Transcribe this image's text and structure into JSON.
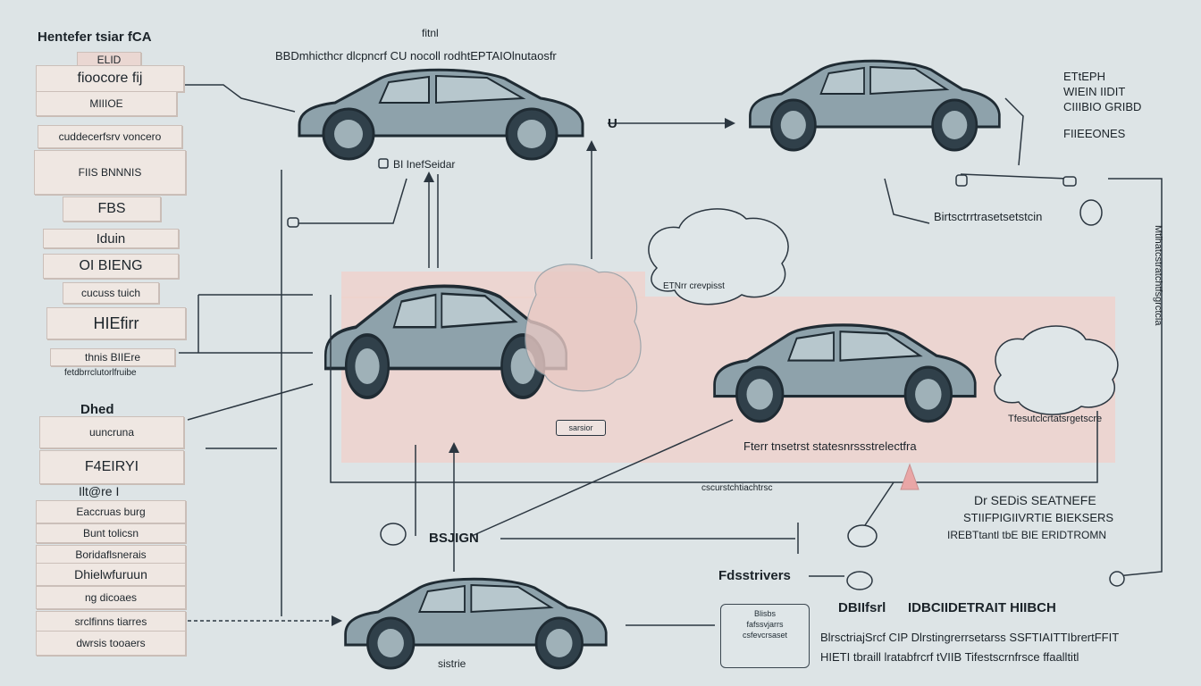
{
  "left_cards": [
    {
      "text": "Hentefer tsiar fCA"
    },
    {
      "text": "ELID"
    },
    {
      "text": "fioocore fij"
    },
    {
      "text": "MIIIOE"
    },
    {
      "text": "cuddecerfsrv voncero"
    },
    {
      "text": "FIIS BNNNIS"
    },
    {
      "text": "FBS"
    },
    {
      "text": "Iduin"
    },
    {
      "text": "OI BIENG"
    },
    {
      "text": "cucuss tuich"
    },
    {
      "text": "HIEfirr"
    },
    {
      "text": "thnis BIIEre"
    },
    {
      "text": "fetdbrrclutorlfruibe"
    },
    {
      "text": "Dhed"
    },
    {
      "text": "uuncruna"
    },
    {
      "text": "F4EIRYI"
    },
    {
      "text": "Ilt@re I"
    },
    {
      "text": "Eaccruas burg"
    },
    {
      "text": "Bunt tolicsn"
    },
    {
      "text": "Boridaflsnerais"
    },
    {
      "text": "Dhielwfuruun"
    },
    {
      "text": "ng dicoaes"
    },
    {
      "text": "srclfinns tiarres"
    },
    {
      "text": "dwrsis tooaers"
    }
  ],
  "top_labels": {
    "t1": "fitnl",
    "t2": "BBDmhicthcr dlcpncrf CU nocoll rodhtEPTAIOlnutaosfr",
    "car1_label": "BI InefSeidar",
    "right_arrow_label": "U"
  },
  "right_top_labels": [
    "ETtEPH",
    "WIEIN IIDIT",
    "CIIIBIO GRIBD",
    "FIIEEONES"
  ],
  "right_mid_label": "Birtsctrrtrasetsetstcin",
  "vertical_right": "Mtlhatcstratchtfsgrctcia",
  "cloud1_label": "ETNrr crevpisst",
  "cloud2_label": "Tfesutclcrtatsrgetscre",
  "band_caption": "Fterr tnsetrst statesnrssstrelectfra",
  "center_tag": "sarsior",
  "mid_small": "cscurstchtiachtrsc",
  "bottom_center_label": "BSJIGN",
  "bottom_car_label": "sistrie",
  "bottom_left_label": "Fdsstrivers",
  "right_block": [
    "Dr SEDiS SEATNEFE",
    "STIIFPIGIIVRTIE BIEKSERS",
    "IREBTtantl tbE BIE ERIDTROMN"
  ],
  "bottom_row": {
    "left": "DBIIfsrl",
    "right": "IDBCIIDETRAIT HIIBCH"
  },
  "note_box": {
    "l1": "Blisbs",
    "l2": "fafssvjarrs",
    "l3": "csfevcrsaset"
  },
  "bottom_text_lines": [
    "BlrsctriajSrcf CIP Dlrstingrerrsetarss SSFTIAITTIbrertFFIT",
    "HIETI tbraill lratabfrcrf tVIIB Tifestscrnfrsce ffaalltitl"
  ],
  "colors": {
    "background": "#dde4e6",
    "pink": "#efd2cd",
    "line": "#2b3640",
    "car_body": "#8ea2ab",
    "accent_red": "#e9a6a6"
  }
}
